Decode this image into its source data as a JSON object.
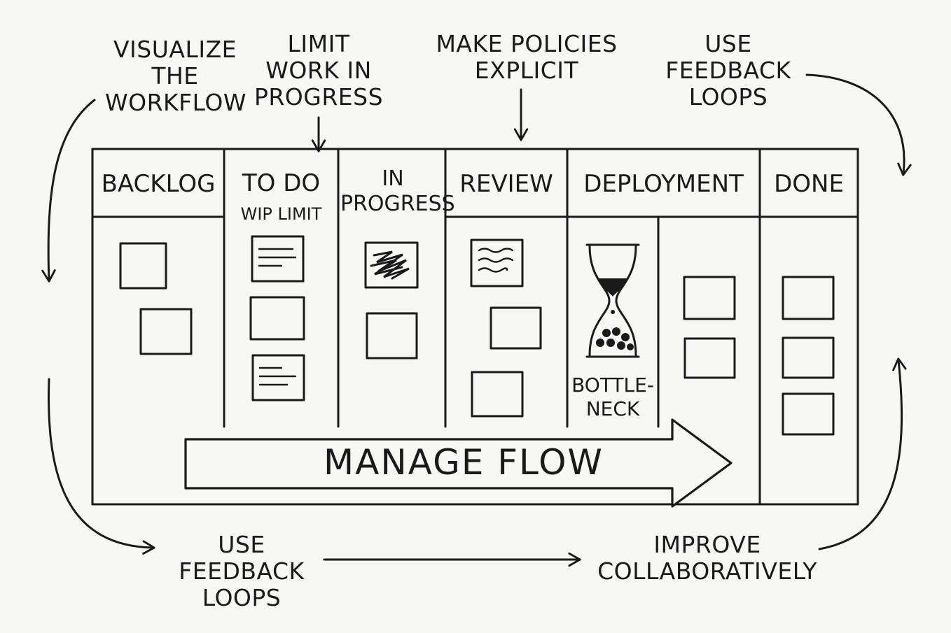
{
  "principles": {
    "visualize": "VISUALIZE\nTHE\nWORKFLOW",
    "limit_wip": "LIMIT\nWORK IN\nPROGRESS",
    "policies": "MAKE POLICIES\nEXPLICIT",
    "feedback_top": "USE\nFEEDBACK\nLOOPS",
    "feedback_bottom": "USE\nFEEDBACK\nLOOPS",
    "improve": "IMPROVE\nCOLLABORATIVELY"
  },
  "board": {
    "columns": [
      {
        "title": "BACKLOG"
      },
      {
        "title": "TO DO",
        "subtitle": "WIP LIMIT"
      },
      {
        "title": "IN\nPROGRESS"
      },
      {
        "title": "REVIEW"
      },
      {
        "title": "DEPLOYMENT"
      },
      {
        "title": "DONE"
      }
    ],
    "bottleneck_label": "BOTTLE-\nNECK",
    "flow_label": "MANAGE FLOW"
  },
  "icons": [
    "hourglass-icon",
    "arrow-icon"
  ]
}
